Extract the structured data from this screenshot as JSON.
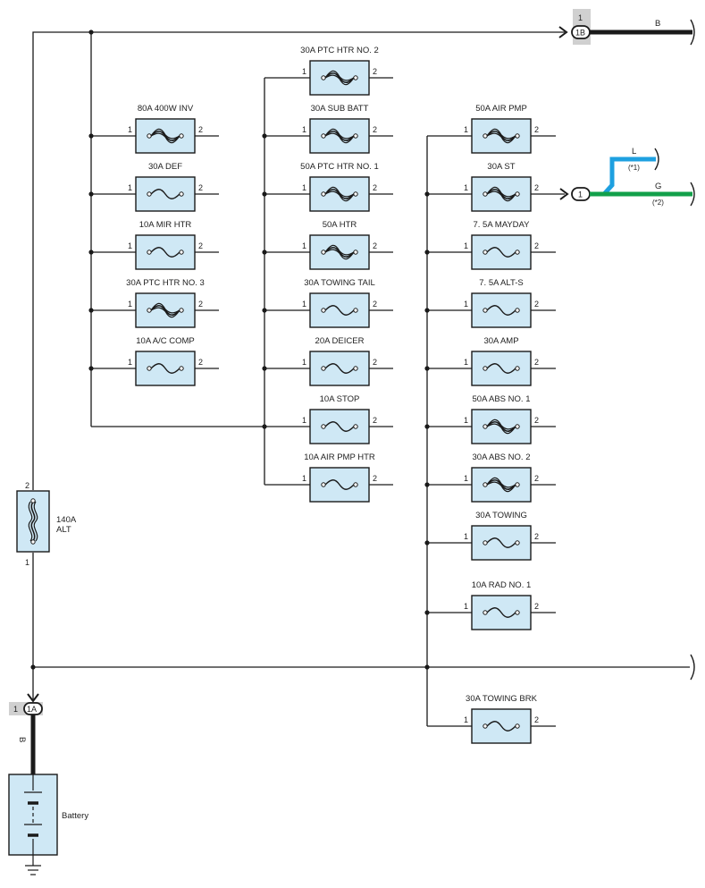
{
  "colors": {
    "fuse_fill": "#cfe8f5",
    "wire": "#1a1a1a",
    "wire_blue": "#1ea0e0",
    "wire_green": "#12a04a",
    "connector_tag": "#d0d0d0"
  },
  "fuses": {
    "col1": [
      {
        "label": "80A 400W INV",
        "pin_in": "1",
        "pin_out": "2",
        "style": "fusible-link"
      },
      {
        "label": "30A DEF",
        "pin_in": "1",
        "pin_out": "2",
        "style": "fuse"
      },
      {
        "label": "10A MIR HTR",
        "pin_in": "1",
        "pin_out": "2",
        "style": "fuse"
      },
      {
        "label": "30A PTC HTR NO. 3",
        "pin_in": "1",
        "pin_out": "2",
        "style": "fusible-link"
      },
      {
        "label": "10A A/C COMP",
        "pin_in": "1",
        "pin_out": "2",
        "style": "fuse"
      }
    ],
    "col2": [
      {
        "label": "30A PTC HTR NO. 2",
        "pin_in": "1",
        "pin_out": "2",
        "style": "fusible-link"
      },
      {
        "label": "30A SUB BATT",
        "pin_in": "1",
        "pin_out": "2",
        "style": "fusible-link"
      },
      {
        "label": "50A PTC HTR NO. 1",
        "pin_in": "1",
        "pin_out": "2",
        "style": "fusible-link"
      },
      {
        "label": "50A HTR",
        "pin_in": "1",
        "pin_out": "2",
        "style": "fusible-link"
      },
      {
        "label": "30A TOWING TAIL",
        "pin_in": "1",
        "pin_out": "2",
        "style": "fuse"
      },
      {
        "label": "20A DEICER",
        "pin_in": "1",
        "pin_out": "2",
        "style": "fuse"
      },
      {
        "label": "10A STOP",
        "pin_in": "1",
        "pin_out": "2",
        "style": "fuse"
      },
      {
        "label": "10A AIR PMP HTR",
        "pin_in": "1",
        "pin_out": "2",
        "style": "fuse"
      }
    ],
    "col3": [
      {
        "label": "50A AIR PMP",
        "pin_in": "1",
        "pin_out": "2",
        "style": "fusible-link"
      },
      {
        "label": "30A ST",
        "pin_in": "1",
        "pin_out": "2",
        "style": "fusible-link"
      },
      {
        "label": "7. 5A MAYDAY",
        "pin_in": "1",
        "pin_out": "2",
        "style": "fuse"
      },
      {
        "label": "7. 5A ALT-S",
        "pin_in": "1",
        "pin_out": "2",
        "style": "fuse"
      },
      {
        "label": "30A AMP",
        "pin_in": "1",
        "pin_out": "2",
        "style": "fuse"
      },
      {
        "label": "50A ABS NO. 1",
        "pin_in": "1",
        "pin_out": "2",
        "style": "fusible-link"
      },
      {
        "label": "30A ABS NO. 2",
        "pin_in": "1",
        "pin_out": "2",
        "style": "fusible-link"
      },
      {
        "label": "30A TOWING",
        "pin_in": "1",
        "pin_out": "2",
        "style": "fuse"
      },
      {
        "label": "10A RAD NO. 1",
        "pin_in": "1",
        "pin_out": "2",
        "style": "fuse"
      },
      {
        "label": "30A TOWING BRK",
        "pin_in": "1",
        "pin_out": "2",
        "style": "fuse"
      }
    ]
  },
  "main_fuse": {
    "label_line1": "140A",
    "label_line2": "ALT",
    "pin_top": "2",
    "pin_bottom": "1"
  },
  "connectors": {
    "top": {
      "tag": "1",
      "id": "1B",
      "wire_color_label": "B"
    },
    "bottom": {
      "tag": "1",
      "id": "1A",
      "wire_color_label": "B"
    },
    "st": {
      "id": "1",
      "wire_l": "L",
      "note_l": "(*1)",
      "wire_g": "G",
      "note_g": "(*2)"
    }
  },
  "battery": {
    "label": "Battery"
  }
}
